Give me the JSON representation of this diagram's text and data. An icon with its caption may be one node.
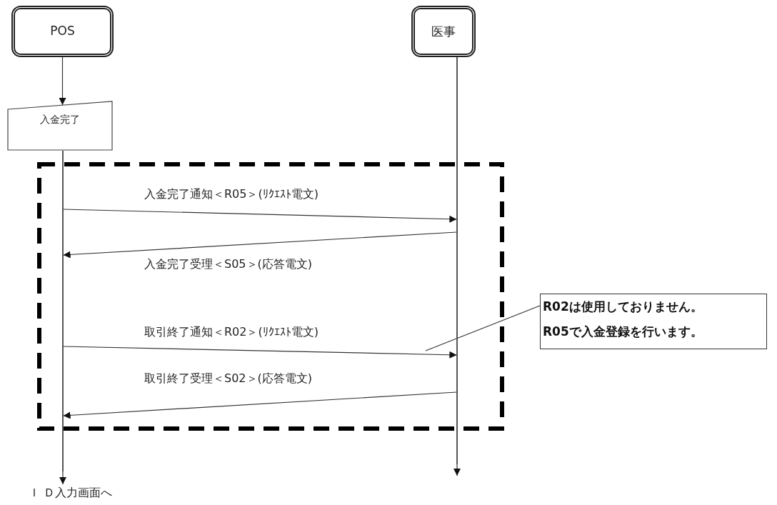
{
  "diagram": {
    "nodes": [
      {
        "text": [
          "POS"
        ]
      },
      {
        "text": [
          "医事"
        ]
      },
      {
        "text": [
          "入金完了"
        ]
      },
      {
        "text": [
          "R02は使用しておりません。",
          "R05で入金登録を行います。"
        ]
      },
      {
        "text": [
          "Ｉ Ｄ入力画面へ"
        ]
      },
      {
        "text": [],
        "shape": "bar"
      },
      {
        "text": [],
        "shape": "bar"
      }
    ],
    "edges": [
      {
        "from": 0,
        "to": 2,
        "arrow": "to"
      },
      {
        "from": 5,
        "to": 4,
        "arrow": "to"
      },
      {
        "from": 6,
        "to": null,
        "arrow": "to"
      },
      {
        "from": 5,
        "to": 6,
        "arrow": "to",
        "label": "入金完了通知＜R05＞(ﾘｸｴｽﾄ電文)"
      },
      {
        "from": 6,
        "to": 5,
        "arrow": "to",
        "label": "入金完了受理＜S05＞(応答電文)"
      },
      {
        "from": 5,
        "to": 6,
        "arrow": "to",
        "label": "取引終了通知＜R02＞(ﾘｸｴｽﾄ電文)"
      },
      {
        "from": 6,
        "to": 5,
        "arrow": "to",
        "label": "取引終了受理＜S02＞(応答電文)"
      },
      {
        "from": 3,
        "to": null,
        "arrow": "none"
      }
    ]
  }
}
